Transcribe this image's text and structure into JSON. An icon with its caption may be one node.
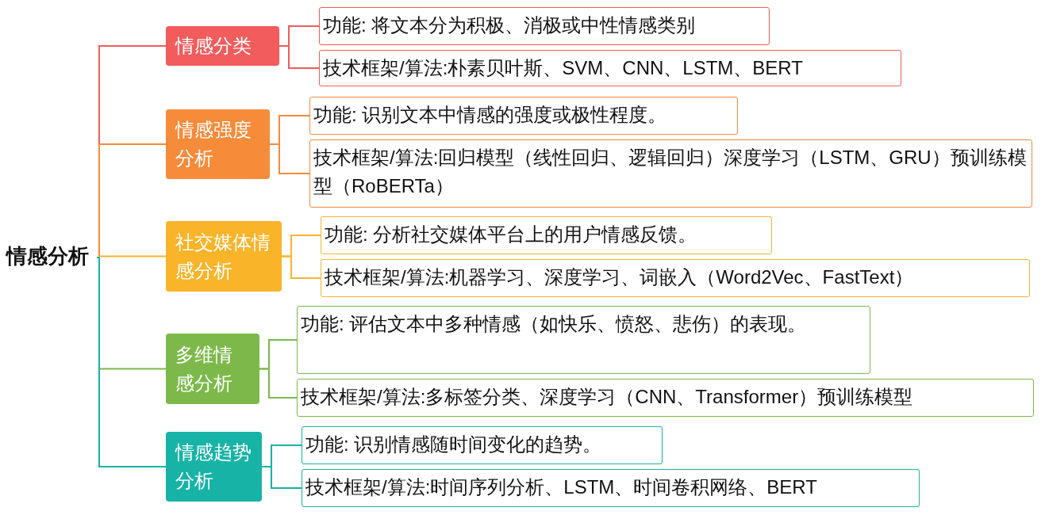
{
  "diagram": {
    "nodes": [
      {
        "text": [
          "情感分析"
        ]
      },
      {
        "text": [
          "情感分类"
        ]
      },
      {
        "text": [
          "功能: 将文本分为积极、消极或中性情感类别"
        ]
      },
      {
        "text": [
          "技术框架/算法:朴素贝叶斯、SVM、CNN、LSTM、BERT"
        ]
      },
      {
        "text": [
          "情感强度分析"
        ]
      },
      {
        "text": [
          "功能: 识别文本中情感的强度或极性程度。"
        ]
      },
      {
        "text": [
          "技术框架/算法:回归模型（线性回归、逻辑回归）深度学习（LSTM、GRU）预训练模型（RoBERTa）"
        ]
      },
      {
        "text": [
          "社交媒体情感分析"
        ]
      },
      {
        "text": [
          "功能: 分析社交媒体平台上的用户情感反馈。"
        ]
      },
      {
        "text": [
          "技术框架/算法:机器学习、深度学习、词嵌入（Word2Vec、FastText）"
        ]
      },
      {
        "text": [
          "多维情感分析"
        ]
      },
      {
        "text": [
          "功能: 评估文本中多种情感（如快乐、愤怒、悲伤）的表现。"
        ]
      },
      {
        "text": [
          "技术框架/算法:多标签分类、深度学习（CNN、Transformer）预训练模型"
        ]
      },
      {
        "text": [
          "情感趋势分析"
        ]
      },
      {
        "text": [
          "功能: 识别情感随时间变化的趋势。"
        ]
      },
      {
        "text": [
          "技术框架/算法:时间序列分析、LSTM、时间卷积网络、BERT"
        ]
      }
    ],
    "edges": [
      {
        "from": 0,
        "to": 1,
        "arrow": "none",
        "color": "#f25c5c"
      },
      {
        "from": 0,
        "to": 4,
        "arrow": "none",
        "color": "#f68b3a"
      },
      {
        "from": 0,
        "to": 7,
        "arrow": "none",
        "color": "#f9b42a"
      },
      {
        "from": 0,
        "to": 10,
        "arrow": "none",
        "color": "#7cb94a"
      },
      {
        "from": 0,
        "to": 13,
        "arrow": "none",
        "color": "#17b3a6"
      },
      {
        "from": 1,
        "to": 2,
        "arrow": "none",
        "color": "#f25c5c"
      },
      {
        "from": 1,
        "to": 3,
        "arrow": "none",
        "color": "#f25c5c"
      },
      {
        "from": 4,
        "to": 5,
        "arrow": "none",
        "color": "#f68b3a"
      },
      {
        "from": 4,
        "to": 6,
        "arrow": "none",
        "color": "#f68b3a"
      },
      {
        "from": 7,
        "to": 8,
        "arrow": "none",
        "color": "#f9b42a"
      },
      {
        "from": 7,
        "to": 9,
        "arrow": "none",
        "color": "#f9b42a"
      },
      {
        "from": 10,
        "to": 11,
        "arrow": "none",
        "color": "#7cb94a"
      },
      {
        "from": 10,
        "to": 12,
        "arrow": "none",
        "color": "#7cb94a"
      },
      {
        "from": 13,
        "to": 14,
        "arrow": "none",
        "color": "#17b3a6"
      },
      {
        "from": 13,
        "to": 15,
        "arrow": "none",
        "color": "#17b3a6"
      }
    ]
  }
}
